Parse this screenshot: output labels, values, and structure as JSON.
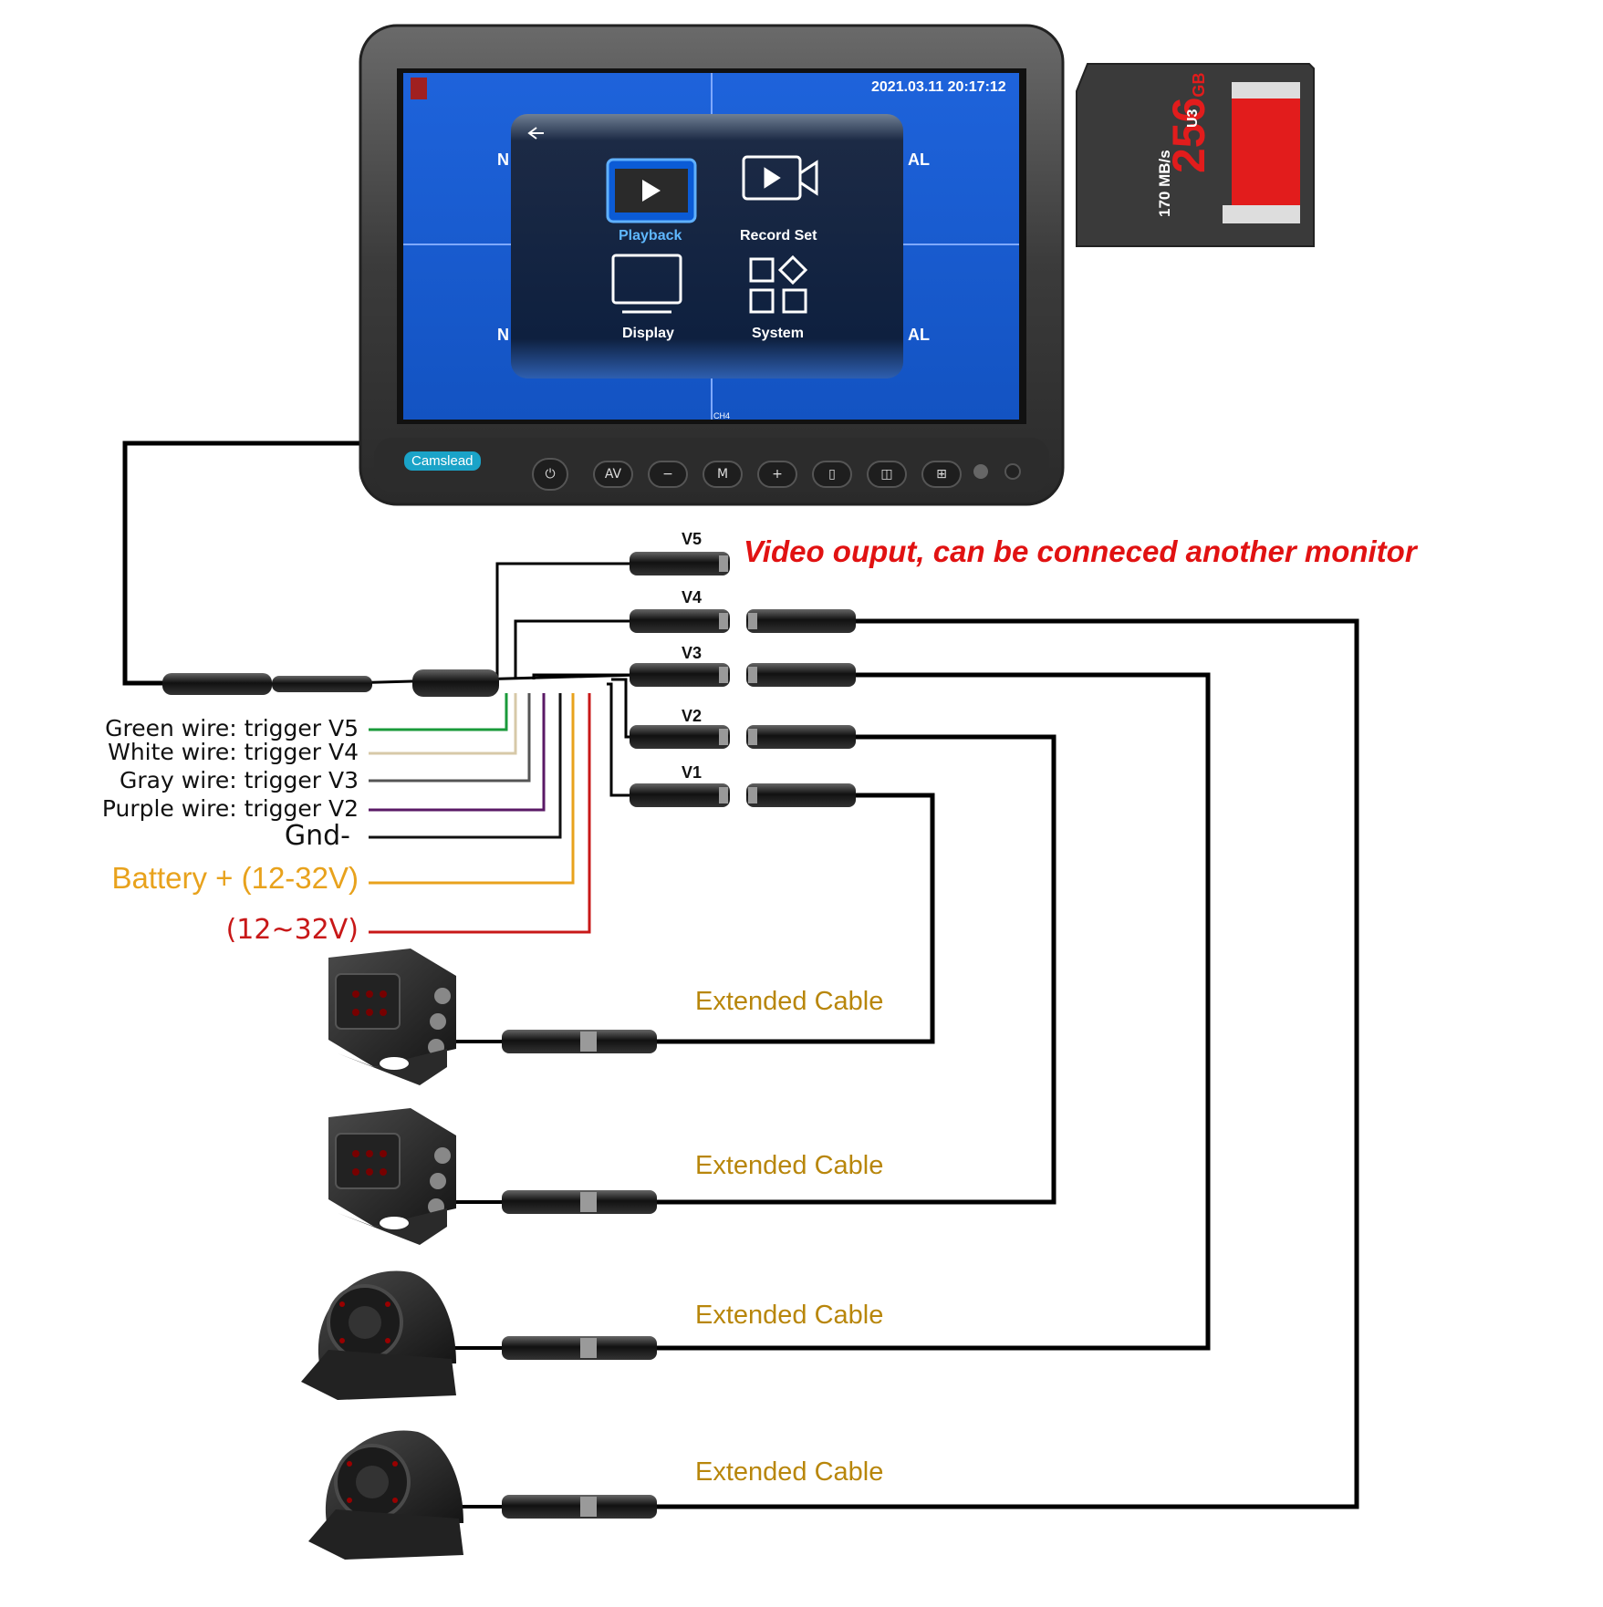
{
  "monitor": {
    "brand": "Camslead",
    "timestamp": "2021.03.11 20:17:12",
    "channel_label": "CH4",
    "bg_fragments": {
      "top_left": "N",
      "top_right": "AL",
      "bottom_left": "N",
      "bottom_right": "AL"
    },
    "menu": [
      {
        "label": "Playback",
        "icon": "film-play-icon",
        "selected": true
      },
      {
        "label": "Record Set",
        "icon": "camera-icon",
        "selected": false
      },
      {
        "label": "Display",
        "icon": "display-icon",
        "selected": false
      },
      {
        "label": "System",
        "icon": "apps-icon",
        "selected": false
      }
    ],
    "buttons": [
      {
        "label": "⏻",
        "icon": "power-icon"
      },
      {
        "label": "AV"
      },
      {
        "label": "−"
      },
      {
        "label": "M"
      },
      {
        "label": "+"
      },
      {
        "label": "▯",
        "icon": "single-view-icon"
      },
      {
        "label": "◫",
        "icon": "split-view-icon"
      },
      {
        "label": "⊞",
        "icon": "quad-view-icon"
      }
    ],
    "colors": {
      "screen": "#1a5fd6",
      "menu_bg": "#0f2344",
      "bezel": "#3a3a3a",
      "brand_badge": "#1aa3c8"
    }
  },
  "sd_card": {
    "capacity": "256",
    "unit": "GB",
    "speed": "170 MB/s",
    "class": "U3"
  },
  "video_channels": [
    "V5",
    "V4",
    "V3",
    "V2",
    "V1"
  ],
  "video_output_note": "Video ouput, can be conneced another monitor",
  "wire_labels": [
    {
      "text": "Green wire: trigger V5",
      "color": "#1a9a3a"
    },
    {
      "text": "White wire: trigger V4",
      "color": "#d7c9a8"
    },
    {
      "text": "Gray wire: trigger V3",
      "color": "#555555"
    },
    {
      "text": "Purple wire: trigger V2",
      "color": "#5a1a66"
    },
    {
      "text": "Gnd-",
      "color": "#111111"
    },
    {
      "text": "Battery + (12-32V)",
      "color": "#e8a21c"
    },
    {
      "text": "(12~32V)",
      "color": "#c81818"
    }
  ],
  "extended_cable_label": [
    "Extended Cable",
    "Extended Cable",
    "Extended Cable",
    "Extended Cable"
  ]
}
